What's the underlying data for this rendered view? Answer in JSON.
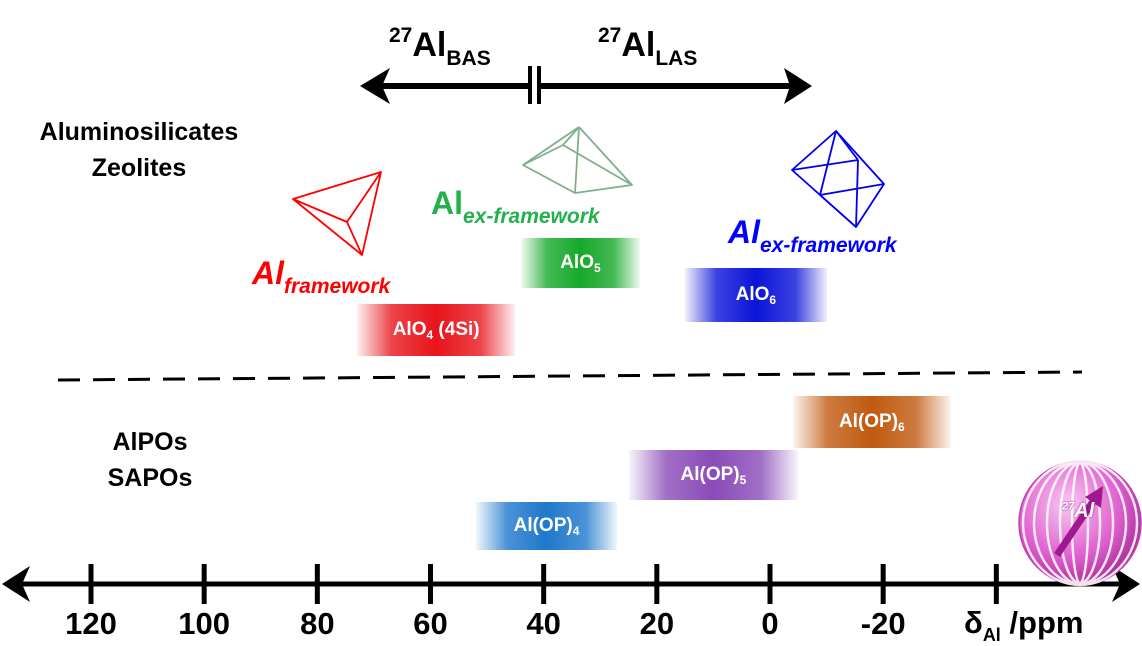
{
  "header": {
    "bas": {
      "sup": "27",
      "base": "Al",
      "sub": "BAS"
    },
    "las": {
      "sup": "27",
      "base": "Al",
      "sub": "LAS"
    }
  },
  "categories": {
    "zeolites": [
      "Aluminosilicates",
      "Zeolites"
    ],
    "alpos": [
      "AlPOs",
      "SAPOs"
    ]
  },
  "species": [
    {
      "base": "Al",
      "sub": "framework",
      "color": "#ff0000",
      "geometry": "tetrahedron"
    },
    {
      "base": "Al",
      "sub": "ex-framework",
      "color": "#22b14c",
      "geometry": "square-pyramid"
    },
    {
      "base": "Al",
      "sub": "ex-framework",
      "color": "#0000ff",
      "geometry": "octahedron"
    }
  ],
  "bands": [
    {
      "base": "AlO",
      "sub": "4",
      "suffix": " (4Si)",
      "color": "#e8141b",
      "from": 73,
      "to": 45
    },
    {
      "base": "AlO",
      "sub": "5",
      "suffix": "",
      "color": "#16a82a",
      "from": 44,
      "to": 23
    },
    {
      "base": "AlO",
      "sub": "6",
      "suffix": "",
      "color": "#0b14d8",
      "from": 15,
      "to": -10
    },
    {
      "base": "Al(OP)",
      "sub": "6",
      "suffix": "",
      "color": "#c05a10",
      "from": -4,
      "to": -32
    },
    {
      "base": "Al(OP)",
      "sub": "5",
      "suffix": "",
      "color": "#8a4bb8",
      "from": 25,
      "to": -5
    },
    {
      "base": "Al(OP)",
      "sub": "4",
      "suffix": "",
      "color": "#1e78cc",
      "from": 52,
      "to": 27
    }
  ],
  "axis": {
    "ticks": [
      "120",
      "100",
      "80",
      "60",
      "40",
      "20",
      "0",
      "-20"
    ],
    "tick_values": [
      120,
      100,
      80,
      60,
      40,
      20,
      0,
      -20
    ],
    "label_base": "δ",
    "label_sub": "Al",
    "label_unit": " /ppm"
  },
  "nucleus_icon": {
    "sup": "27",
    "base": "Al",
    "color": "#e040c8"
  },
  "colors": {
    "axis": "#000000",
    "divider": "#000000"
  }
}
